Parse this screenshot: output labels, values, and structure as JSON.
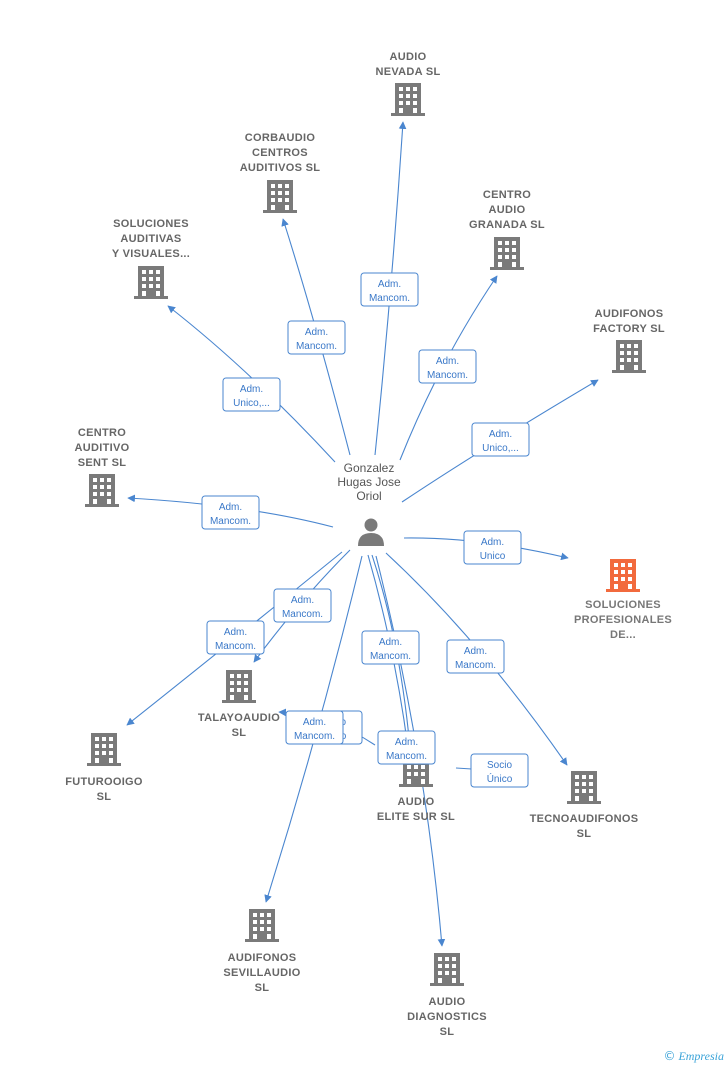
{
  "center": {
    "label": [
      "Gonzalez",
      "Hugas Jose",
      "Oriol"
    ]
  },
  "companies": [
    {
      "id": "audio-nevada",
      "label": [
        "AUDIO",
        "NEVADA  SL"
      ],
      "highlight": false
    },
    {
      "id": "corbaudio",
      "label": [
        "CORBAUDIO",
        "CENTROS",
        "AUDITIVOS  SL"
      ],
      "highlight": false
    },
    {
      "id": "centro-audio-granada",
      "label": [
        "CENTRO",
        "AUDIO",
        "GRANADA  SL"
      ],
      "highlight": false
    },
    {
      "id": "soluciones-auditivas",
      "label": [
        "SOLUCIONES",
        "AUDITIVAS",
        "Y VISUALES..."
      ],
      "highlight": false
    },
    {
      "id": "audifonos-factory",
      "label": [
        "AUDIFONOS",
        "FACTORY  SL"
      ],
      "highlight": false
    },
    {
      "id": "centro-auditivo-sent",
      "label": [
        "CENTRO",
        "AUDITIVO",
        "SENT  SL"
      ],
      "highlight": false
    },
    {
      "id": "soluciones-profesionales",
      "label": [
        "SOLUCIONES",
        "PROFESIONALES",
        "DE..."
      ],
      "highlight": true
    },
    {
      "id": "talayoaudio",
      "label": [
        "TALAYOAUDIO",
        "SL"
      ],
      "highlight": false
    },
    {
      "id": "futurooigo",
      "label": [
        "FUTUROOIGO",
        "SL"
      ],
      "highlight": false
    },
    {
      "id": "audio-elite-sur",
      "label": [
        "AUDIO",
        "ELITE SUR  SL"
      ],
      "highlight": false
    },
    {
      "id": "tecnoaudifonos",
      "label": [
        "TECNOAUDIFONOS",
        "SL"
      ],
      "highlight": false
    },
    {
      "id": "audifonos-sevillaudio",
      "label": [
        "AUDIFONOS",
        "SEVILLAUDIO",
        "SL"
      ],
      "highlight": false
    },
    {
      "id": "audio-diagnostics",
      "label": [
        "AUDIO",
        "DIAGNOSTICS",
        "SL"
      ],
      "highlight": false
    }
  ],
  "edges": [
    {
      "to": "audio-nevada",
      "label": [
        "Adm.",
        "Mancom."
      ]
    },
    {
      "to": "corbaudio",
      "label": [
        "Adm.",
        "Mancom."
      ]
    },
    {
      "to": "centro-audio-granada",
      "label": [
        "Adm.",
        "Mancom."
      ]
    },
    {
      "to": "soluciones-auditivas",
      "label": [
        "Adm.",
        "Unico,..."
      ]
    },
    {
      "to": "audifonos-factory",
      "label": [
        "Adm.",
        "Unico,..."
      ]
    },
    {
      "to": "centro-auditivo-sent",
      "label": [
        "Adm.",
        "Mancom."
      ]
    },
    {
      "to": "soluciones-profesionales",
      "label": [
        "Adm.",
        "Unico"
      ]
    },
    {
      "to": "talayoaudio",
      "label": [
        "Adm.",
        "Mancom."
      ]
    },
    {
      "to": "futurooigo",
      "label": [
        "Adm.",
        "Mancom."
      ]
    },
    {
      "to": "audio-elite-sur",
      "label": [
        "Adm.",
        "Mancom."
      ]
    },
    {
      "to": "tecnoaudifonos",
      "label": [
        "Adm.",
        "Mancom."
      ]
    },
    {
      "to": "audifonos-sevillaudio",
      "label": [
        "Socio",
        "Único"
      ]
    },
    {
      "to": "audio-diagnostics",
      "label": [
        "Adm.",
        "Mancom."
      ]
    },
    {
      "to": "audio-elite-sur-2",
      "label": [
        "Adm.",
        "Mancom."
      ]
    },
    {
      "to": "tecnoaudifonos-socio",
      "label": [
        "Socio",
        "Único"
      ]
    },
    {
      "to": "talayoaudio-2",
      "label": [
        "Adm.",
        "Mancom."
      ]
    }
  ],
  "colors": {
    "edge": "#4a86cf",
    "building": "#7a7a7a",
    "building_highlight": "#f26a3d",
    "person": "#7a7a7a"
  },
  "brand": {
    "symbol": "©",
    "name": "Empresia"
  }
}
